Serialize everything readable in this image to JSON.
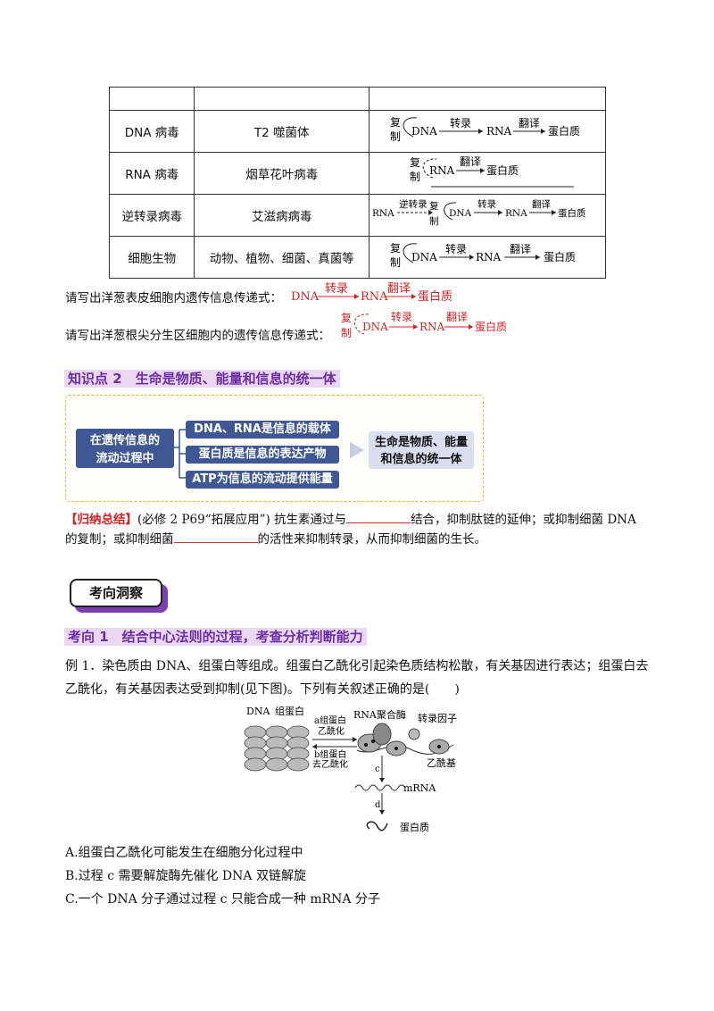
{
  "table": {
    "header": [
      "",
      "",
      ""
    ],
    "rows": [
      {
        "type": "DNA 病毒",
        "example": "T2 噬菌体"
      },
      {
        "type": "RNA 病毒",
        "example": "烟草花叶病毒"
      },
      {
        "type": "逆转录病毒",
        "example": "艾滋病病毒"
      },
      {
        "type": "细胞生物",
        "example": "动物、植物、细菌、真菌等"
      }
    ],
    "labels": {
      "fu": "复",
      "zhi": "制",
      "dna": "DNA",
      "rna": "RNA",
      "zhuanlu": "转录",
      "fanyi": "翻译",
      "danbaizhi": "蛋白质",
      "nizhuanlu": "逆转录"
    }
  },
  "questions": {
    "q1_prompt": "请写出洋葱表皮细胞内遗传信息传递式：",
    "q2_prompt": "请写出洋葱根尖分生区细胞内的遗传信息传递式：",
    "ans": {
      "fu": "复",
      "zhi": "制",
      "dna": "DNA",
      "rna": "RNA",
      "zhuanlu": "转录",
      "fanyi": "翻译",
      "danbaizhi": "蛋白质"
    }
  },
  "knowledge": {
    "title": "知识点 2　生命是物质、能量和信息的统一体",
    "left": "在遗传信息的流动过程中",
    "items": [
      "DNA、RNA是信息的载体",
      "蛋白质是信息的表达产物",
      "ATP为信息的流动提供能量"
    ],
    "right": "生命是物质、能量和信息的统一体"
  },
  "summary": {
    "tag": "【归纳总结】",
    "p1": "(必修 2 P69“拓展应用”) 抗生素通过与",
    "p2": "结合，抑制肽链的延伸；或抑制细菌 DNA",
    "p3": "的复制；或抑制细菌",
    "p4": "的活性来抑制转录，从而抑制细菌的生长。"
  },
  "section": {
    "badge": "考向洞察",
    "direction": "考向 1　结合中心法则的过程，考查分析判断能力"
  },
  "example": {
    "line1": "例 1．染色质由 DNA、组蛋白等组成。组蛋白乙酰化引起染色质结构松散，有关基因进行表达；组蛋白去",
    "line2": "乙酰化，有关基因表达受到抑制(见下图)。下列有关叙述正确的是(　　)",
    "figure": {
      "dna_label": "DNA",
      "histone_label": "组蛋白",
      "a1": "a组蛋白",
      "a2": "乙酰化",
      "b1": "b组蛋白",
      "b2": "去乙酰化",
      "rnap": "RNA聚合酶",
      "tf": "转录因子",
      "acetyl": "乙酰基",
      "c": "c",
      "d": "d",
      "mrna": "mRNA",
      "protein": "蛋白质"
    },
    "options": [
      "A.组蛋白乙酰化可能发生在细胞分化过程中",
      "B.过程 c 需要解旋酶先催化 DNA 双链解旋",
      "C.一个 DNA 分子通过过程 c 只能合成一种 mRNA 分子"
    ]
  }
}
